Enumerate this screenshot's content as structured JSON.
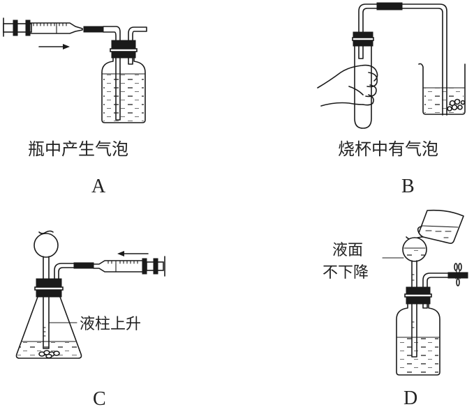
{
  "figure": {
    "panels": [
      {
        "id": "A",
        "letter": "A",
        "caption": "瓶中产生气泡",
        "description": "Syringe plunger pushed in (arrow pointing right) connected via rubber tube to a stoppered gas-washing bottle; long tube dips into liquid.",
        "arrow_direction": "right"
      },
      {
        "id": "B",
        "letter": "B",
        "caption": "烧杯中有气泡",
        "description": "Hand grips a stoppered test tube; bent delivery tube leads into a beaker of water where bubbles appear.",
        "arrow_direction": ""
      },
      {
        "id": "C",
        "letter": "C",
        "caption": "",
        "label": "液柱上升",
        "description": "Conical flask with thistle (long-neck) funnel and side tube connected to syringe being pulled out (arrow pointing left); liquid column rises in funnel tube.",
        "arrow_direction": "left"
      },
      {
        "id": "D",
        "letter": "D",
        "caption": "",
        "label": "液面\n不下降",
        "label_lines": [
          "液面",
          "不下降"
        ],
        "description": "Bottle with bulb funnel, side tube closed by a clip; liquid poured from beaker into funnel; liquid level does not drop.",
        "arrow_direction": ""
      }
    ]
  }
}
